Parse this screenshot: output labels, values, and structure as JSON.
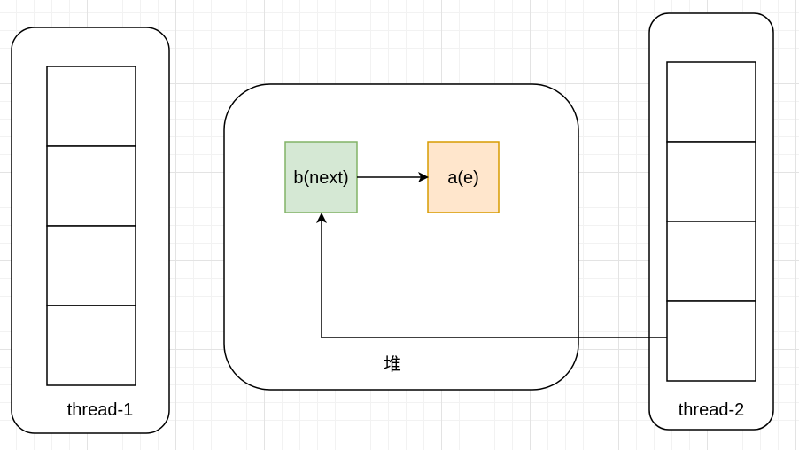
{
  "diagram": {
    "thread1": {
      "label": "thread-1",
      "slots": 4
    },
    "thread2": {
      "label": "thread-2",
      "slots": 4
    },
    "heap": {
      "label": "堆"
    },
    "node_b": {
      "label": "b(next)",
      "fill": "#d5e8d4",
      "stroke": "#82b366"
    },
    "node_a": {
      "label": "a(e)",
      "fill": "#ffe6cc",
      "stroke": "#d79b00"
    },
    "edges": [
      {
        "from": "b(next)",
        "to": "a(e)"
      },
      {
        "from": "thread-2",
        "to": "b(next)"
      }
    ]
  }
}
